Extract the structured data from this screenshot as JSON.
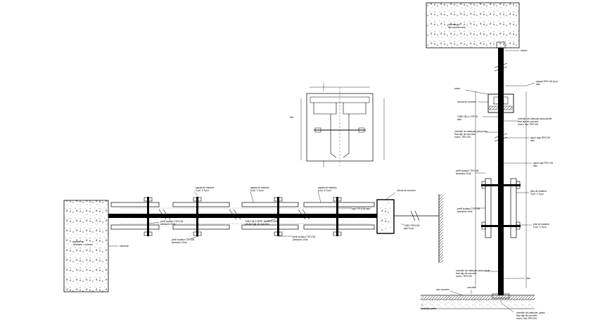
{
  "drawing": {
    "background": "#ffffff",
    "ink": "#000000",
    "labels": {
      "top_slab": "concreto do\nlaje  concreto  arm.",
      "left_wall": "parede de\nalvenaria / concreto",
      "left_wall_tag": "estrutura",
      "top_dim": "ensaio",
      "tr1": "sapata TEFLON  8 pol.\nlado",
      "tr2": "pedra",
      "tr3": "coluna de concreto",
      "tr4": "TUBO 38-4-4 PDT 8\nlado",
      "tr5": "conexão de cabeçote para parede\nfixar laje de concreto\nconec. tipo  TEFLON",
      "tr6": "conexão de cabeçote para pedra\nfixar laje de concreto\nconec. TEFLON",
      "tr7": "apoio viga TEFLON\nlado",
      "tr8": "apoio viga TEFLON\nlado",
      "tr9": "perfil isolador TEFLON\nacessório 10x6",
      "tr10": "pilar de madeira\n5 pol. X 5 pol.",
      "tr11": "perfil isolador TEFLON\nacessório 10x6",
      "tr12": "pilar de madeira\n5 pol. X 5 pol.",
      "tr13": "conexão de cabeçote para parede\nfixar laje de concreto\nconec. TEFLON",
      "tr14": "piso",
      "tr15": "piso concreto",
      "tr16": "concreto",
      "tr17": "fundação  pedra",
      "tr18": "conexão de cabeçote, pedra,\nfixar laje de concreto\nconec. tipo TEFLON",
      "h1": "sapata de madeira\n5 pol. X 5 pol.",
      "h2": "sapata de madeira\n5 pol. X 5 pol.",
      "h3": "sapata de madeira\n5 pol. X 5 pol.",
      "h4": "coluna de concreto",
      "h5": "viga TEFLON   lado",
      "h6": "TUBO 38-4 PERF. ESTRUTURAL\nprender laje de concreto",
      "h7": "perfil isolador TEFLON\nacessório 10x6",
      "h8": "perfil isolador TEFLON\nacessório 10x6",
      "h9": "perfil isolador TEFLON\nacessório 10x6",
      "h10": "TUBO TEFLON\nlado 5 pol.",
      "s1": "dim."
    }
  }
}
